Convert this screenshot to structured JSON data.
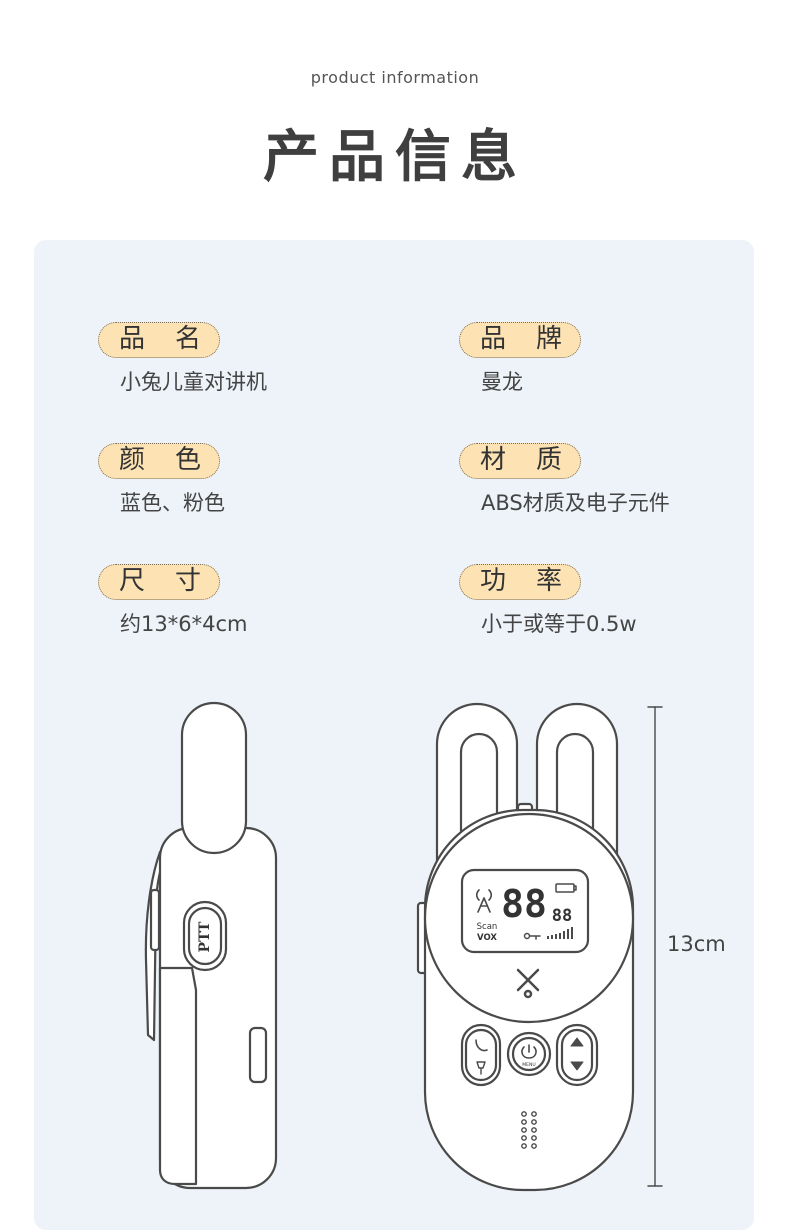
{
  "header": {
    "subtitle": "product information",
    "title": "产品信息"
  },
  "specs": [
    {
      "label_a": "品",
      "label_b": "名",
      "value": "小兔儿童对讲机"
    },
    {
      "label_a": "品",
      "label_b": "牌",
      "value": "曼龙"
    },
    {
      "label_a": "颜",
      "label_b": "色",
      "value": "蓝色、粉色"
    },
    {
      "label_a": "材",
      "label_b": "质",
      "value": "ABS材质及电子元件"
    },
    {
      "label_a": "尺",
      "label_b": "寸",
      "value": "约13*6*4cm"
    },
    {
      "label_a": "功",
      "label_b": "率",
      "value": "小于或等于0.5w"
    }
  ],
  "device": {
    "ptt_label": "PTT",
    "screen_digits_big": "88",
    "screen_digits_small": "88",
    "scan_label": "Scan",
    "vox_label": "VOX",
    "menu_label": "MENU",
    "height_label": "13cm"
  },
  "colors": {
    "panel_bg": "#edf3f8",
    "pill_bg": "#fde3b4",
    "line": "#4a4a4a"
  }
}
